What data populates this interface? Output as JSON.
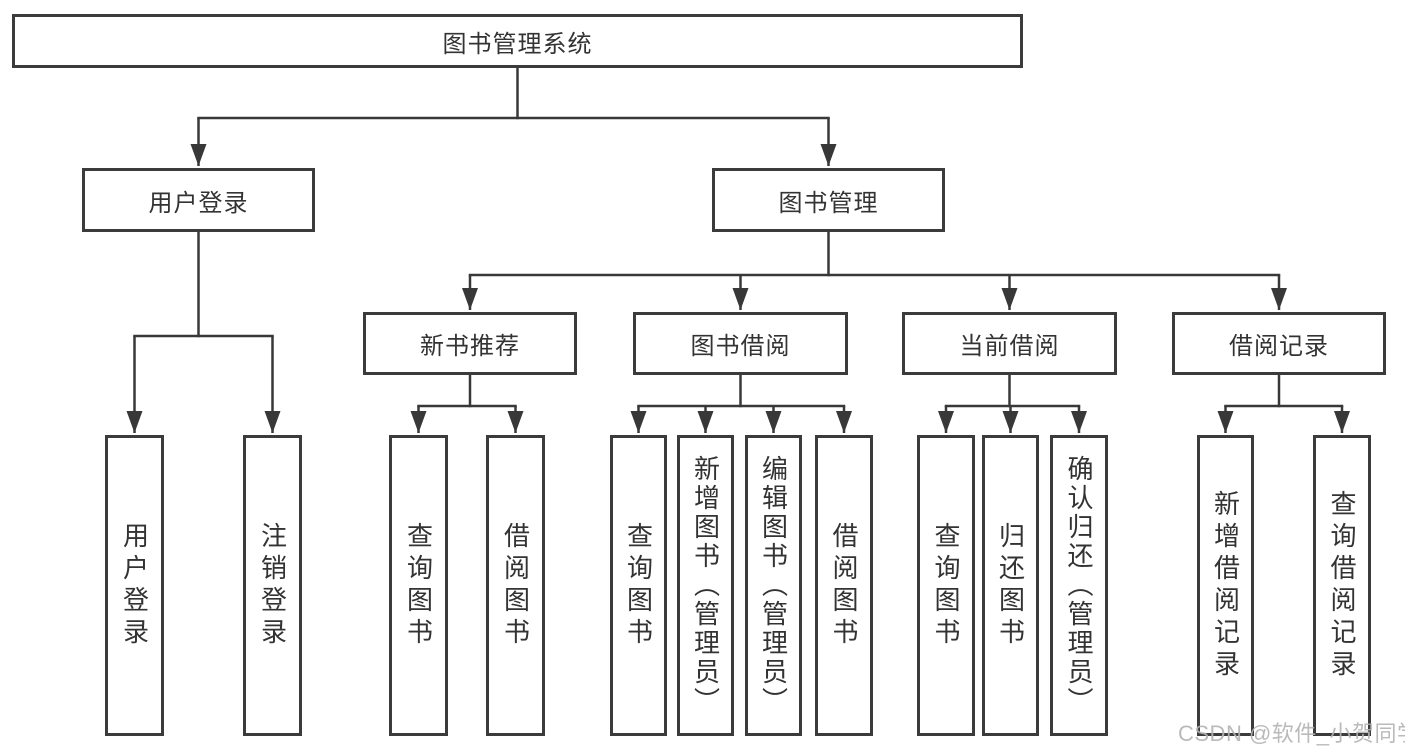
{
  "diagram_type": "hierarchy-tree",
  "tree": {
    "label": "图书管理系统",
    "children": [
      {
        "label": "用户登录",
        "children": [
          {
            "label": "用户登录"
          },
          {
            "label": "注销登录"
          }
        ]
      },
      {
        "label": "图书管理",
        "children": [
          {
            "label": "新书推荐",
            "children": [
              {
                "label": "查询图书"
              },
              {
                "label": "借阅图书"
              }
            ]
          },
          {
            "label": "图书借阅",
            "children": [
              {
                "label": "查询图书"
              },
              {
                "label": "新增图书（管理员）"
              },
              {
                "label": "编辑图书（管理员）"
              },
              {
                "label": "借阅图书"
              }
            ]
          },
          {
            "label": "当前借阅",
            "children": [
              {
                "label": "查询图书"
              },
              {
                "label": "归还图书"
              },
              {
                "label": "确认归还（管理员）"
              }
            ]
          },
          {
            "label": "借阅记录",
            "children": [
              {
                "label": "新增借阅记录"
              },
              {
                "label": "查询借阅记录"
              }
            ]
          }
        ]
      }
    ]
  },
  "watermark": {
    "text": "CSDN @软件_小贺同学"
  },
  "colors": {
    "line": "#383838",
    "box_border": "#3b3b3b",
    "text": "#333333",
    "watermark": "#b3b3b3",
    "background": "#ffffff"
  }
}
